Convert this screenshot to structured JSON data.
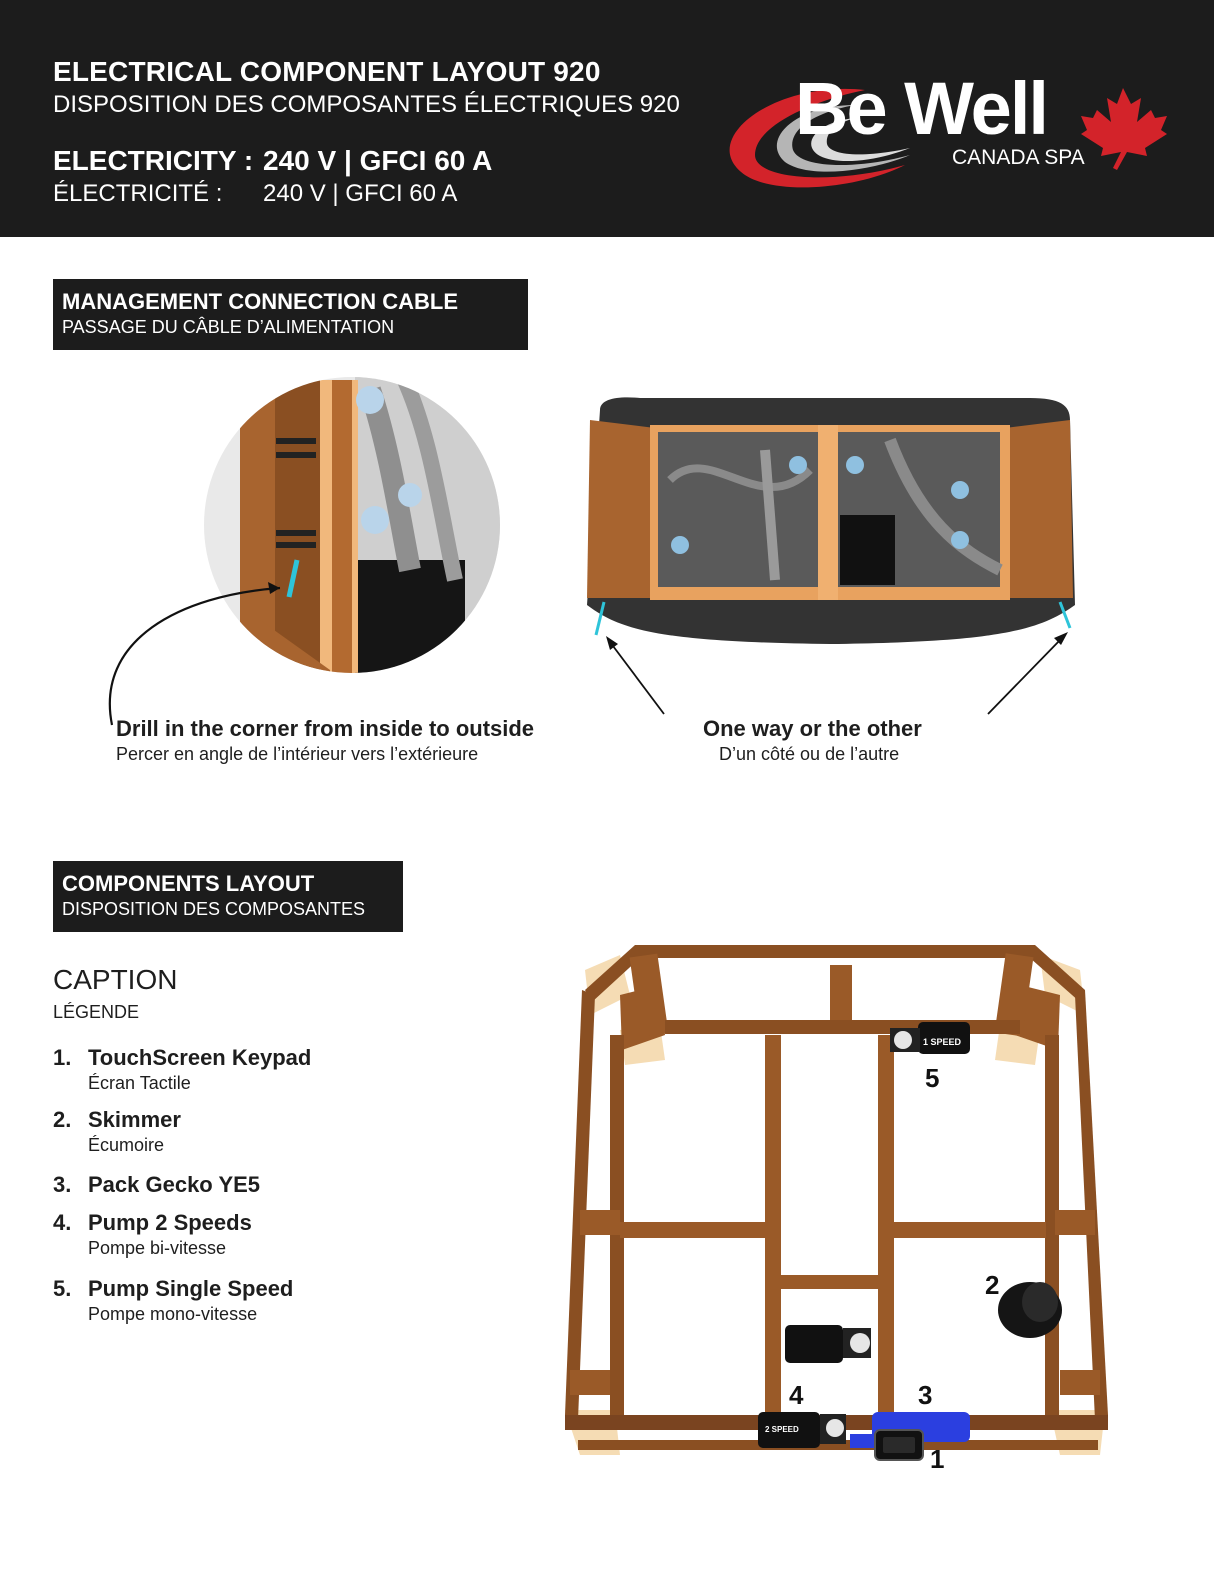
{
  "header": {
    "title": "ELECTRICAL COMPONENT LAYOUT 920",
    "subtitle": "DISPOSITION DES COMPOSANTES ÉLECTRIQUES 920",
    "electricity_label": "ELECTRICITY :",
    "electricity_value": "240 V | GFCI 60 A",
    "electricity_label_fr": "ÉLECTRICITÉ :",
    "electricity_value_fr": "240 V | GFCI 60 A"
  },
  "logo": {
    "name": "Be Well",
    "tagline": "CANADA SPA",
    "colors": {
      "swoosh_red": "#d3232a",
      "swoosh_grey": "#b5b5b5",
      "maple_red": "#d3232a"
    }
  },
  "section_cable": {
    "title": "MANAGEMENT CONNECTION CABLE",
    "subtitle": "PASSAGE DU CÂBLE D’ALIMENTATION",
    "left_caption": "Drill in the corner from inside to outside",
    "left_caption_fr": "Percer en angle de l’intérieur vers l’extérieure",
    "right_caption": "One way or the other",
    "right_caption_fr": "D’un côté ou de l’autre"
  },
  "section_layout": {
    "title": "COMPONENTS LAYOUT",
    "subtitle": "DISPOSITION DES COMPOSANTES",
    "caption_title": "CAPTION",
    "caption_subtitle": "LÉGENDE",
    "items": [
      {
        "number": "1.",
        "label": "TouchScreen Keypad",
        "label_fr": "Écran Tactile"
      },
      {
        "number": "2.",
        "label": "Skimmer",
        "label_fr": "Écumoire"
      },
      {
        "number": "3.",
        "label": "Pack Gecko YE5",
        "label_fr": ""
      },
      {
        "number": "4.",
        "label": "Pump 2 Speeds",
        "label_fr": "Pompe bi-vitesse"
      },
      {
        "number": "5.",
        "label": "Pump Single Speed",
        "label_fr": "Pompe mono-vitesse"
      }
    ],
    "markers": [
      "1",
      "2",
      "3",
      "4",
      "5"
    ],
    "pump_labels": {
      "single": "1 SPEED",
      "double": "2 SPEED"
    },
    "colors": {
      "wood": "#8a4f22",
      "wood_light": "#f5dcb4",
      "pack_blue": "#2b3fe0",
      "cable_cyan": "#2ec4d9"
    }
  }
}
